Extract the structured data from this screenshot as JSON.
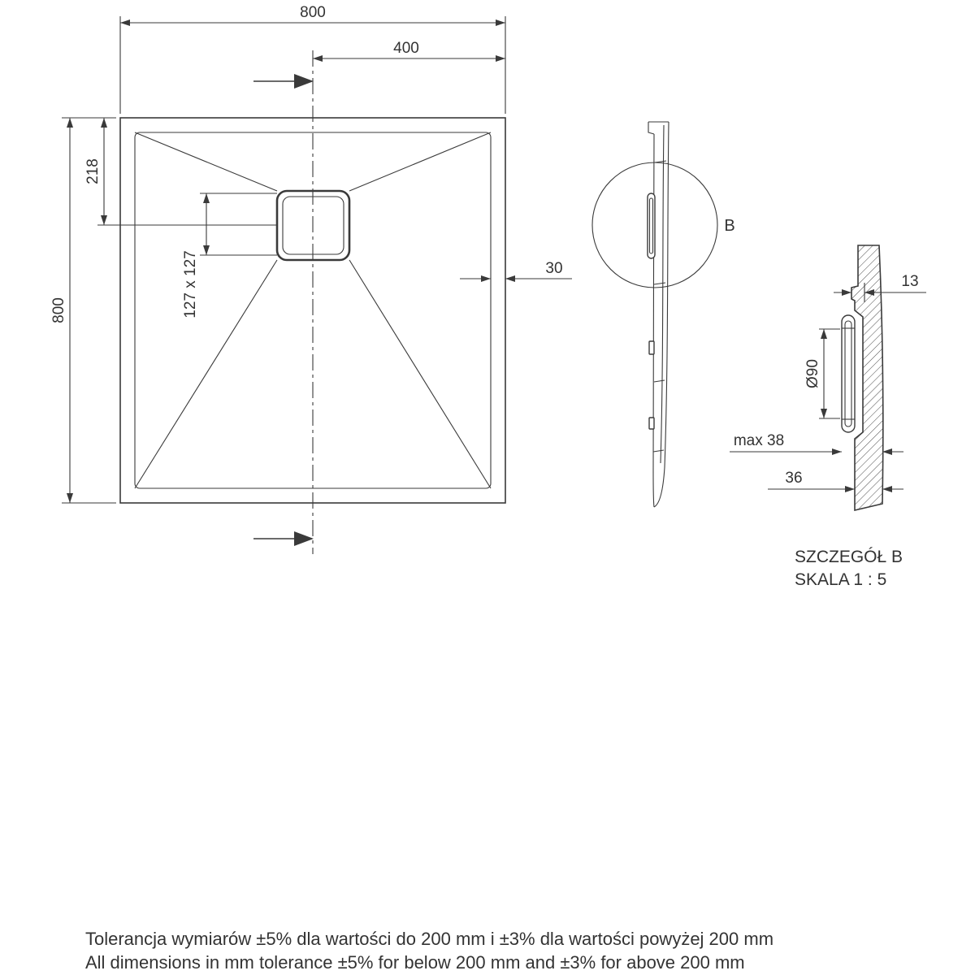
{
  "page": {
    "background": "#ffffff",
    "line_color": "#3a3a3a",
    "text_color": "#333333"
  },
  "main_view": {
    "dim_overall_width": "800",
    "dim_center_to_edge": "400",
    "dim_overall_depth": "800",
    "dim_drain_from_edge": "218",
    "dim_drain_size": "127 x 127",
    "dim_rim_width": "30"
  },
  "side_view": {
    "detail_marker": "B"
  },
  "detail_view": {
    "dim_rim_thickness": "13",
    "dim_drain_hole": "Ø90",
    "dim_max_height": "max 38",
    "dim_edge_height": "36",
    "caption_title": "SZCZEGÓŁ B",
    "caption_scale": "SKALA 1 : 5"
  },
  "footnotes": {
    "tolerance_pl": "Tolerancja wymiarów ±5% dla wartości do 200 mm i ±3% dla wartości powyżej 200 mm",
    "tolerance_en": "All dimensions in mm tolerance ±5% for below 200 mm and ±3% for above 200 mm"
  }
}
